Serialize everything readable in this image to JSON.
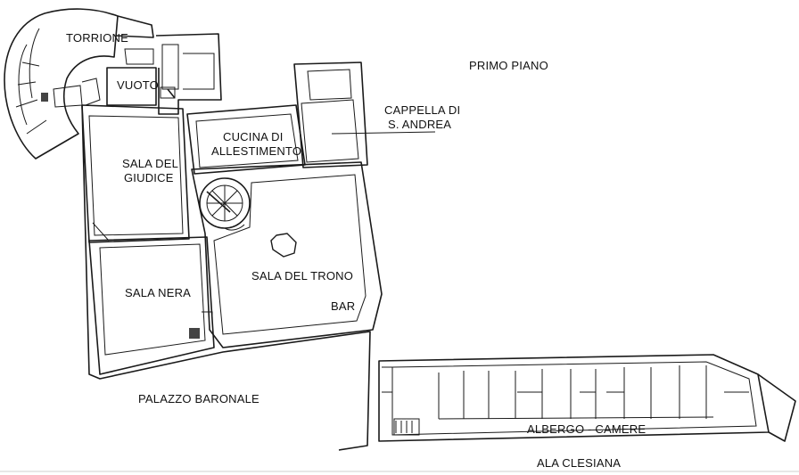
{
  "floor_label": "PRIMO PIANO",
  "rooms": {
    "torrione": "TORRIONE",
    "vuoto": "VUOTO",
    "sala_giudice_1": "SALA DEL",
    "sala_giudice_2": "GIUDICE",
    "cucina_1": "CUCINA DI",
    "cucina_2": "ALLESTIMENTO",
    "cappella_1": "CAPPELLA DI",
    "cappella_2": "S. ANDREA",
    "sala_trono": "SALA DEL TRONO",
    "bar": "BAR",
    "sala_nera": "SALA NERA",
    "albergo": "ALBERGO - CAMERE"
  },
  "areas": {
    "palazzo_baronale": "PALAZZO BARONALE",
    "ala_clesiana": "ALA CLESIANA"
  }
}
